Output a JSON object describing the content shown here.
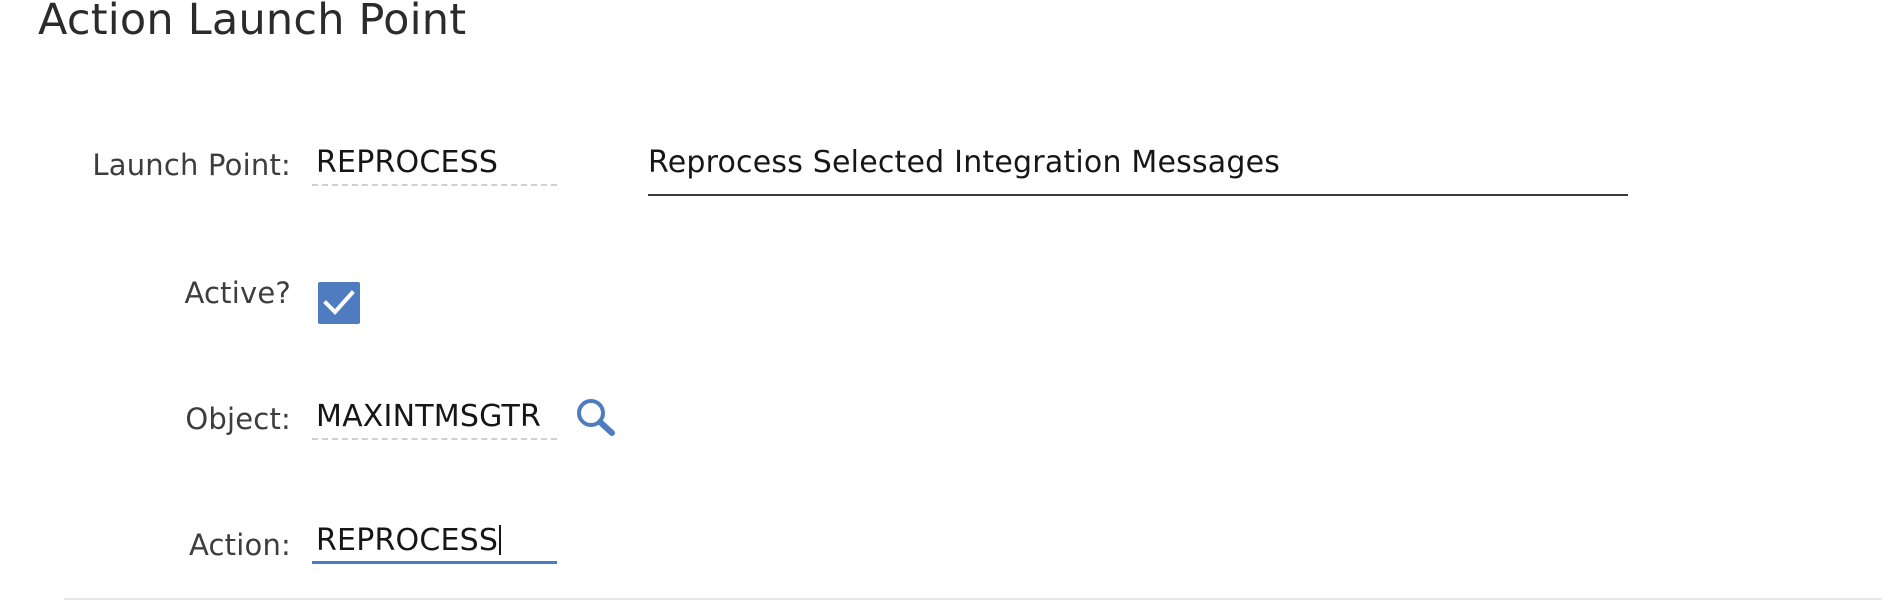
{
  "page": {
    "title": "Action Launch Point"
  },
  "form": {
    "launch_point": {
      "label": "Launch Point:",
      "value": "REPROCESS",
      "description": "Reprocess Selected Integration Messages"
    },
    "active": {
      "label": "Active?",
      "checked": true
    },
    "object": {
      "label": "Object:",
      "value": "MAXINTMSGTR",
      "lookup_icon": "search-icon"
    },
    "action": {
      "label": "Action:",
      "value": "REPROCESS"
    }
  },
  "colors": {
    "accent": "#4f7cc1",
    "focus_underline": "#4a7bc8"
  }
}
